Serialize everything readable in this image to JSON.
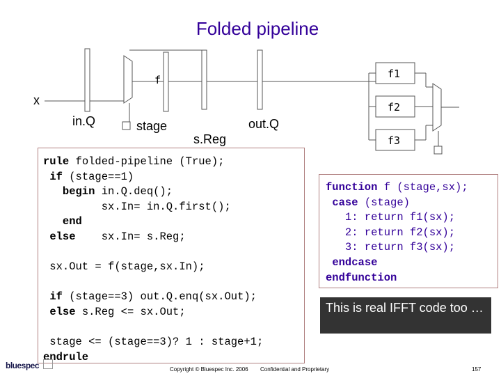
{
  "title": "Folded pipeline",
  "diagram": {
    "input_label": "x",
    "inq_label": "in.Q",
    "stage_label": "stage",
    "sreg_label": "s.Reg",
    "outq_label": "out.Q",
    "f_label": "f",
    "f1_label": "f1",
    "f2_label": "f2",
    "f3_label": "f3"
  },
  "rule_code": {
    "lines": [
      "rule folded-pipeline (True);",
      " if (stage==1)",
      "   begin in.Q.deq();",
      "         sx.In= in.Q.first();",
      "   end",
      " else    sx.In= s.Reg;",
      "",
      " sx.Out = f(stage,sx.In);",
      "",
      " if (stage==3) out.Q.enq(sx.Out);",
      " else s.Reg <= sx.Out;",
      "",
      " stage <= (stage==3)? 1 : stage+1;",
      "endrule"
    ]
  },
  "function_code": {
    "lines": [
      "function f (stage,sx);",
      " case (stage)",
      "   1: return f1(sx);",
      "   2: return f2(sx);",
      "   3: return f3(sx);",
      " endcase",
      "endfunction"
    ]
  },
  "note": "This is real IFFT code too …",
  "footer": {
    "logo": "bluespec",
    "copyright": "Copyright © Bluespec Inc. 2006",
    "confidential": "Confidential and Proprietary",
    "page_number": "157"
  }
}
